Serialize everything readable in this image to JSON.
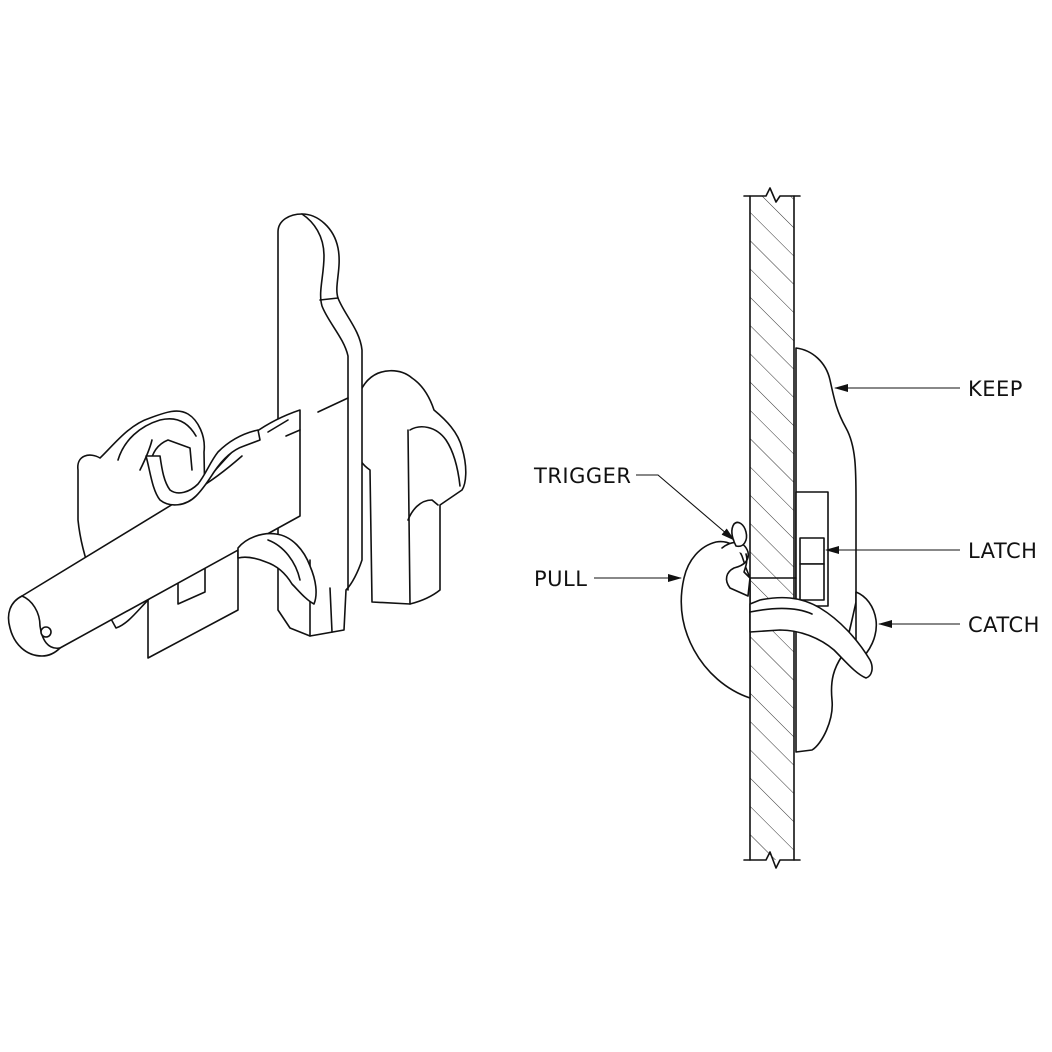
{
  "labels": {
    "keep": "KEEP",
    "latch": "LATCH",
    "catch": "CATCH",
    "trigger": "TRIGGER",
    "pull": "PULL"
  }
}
